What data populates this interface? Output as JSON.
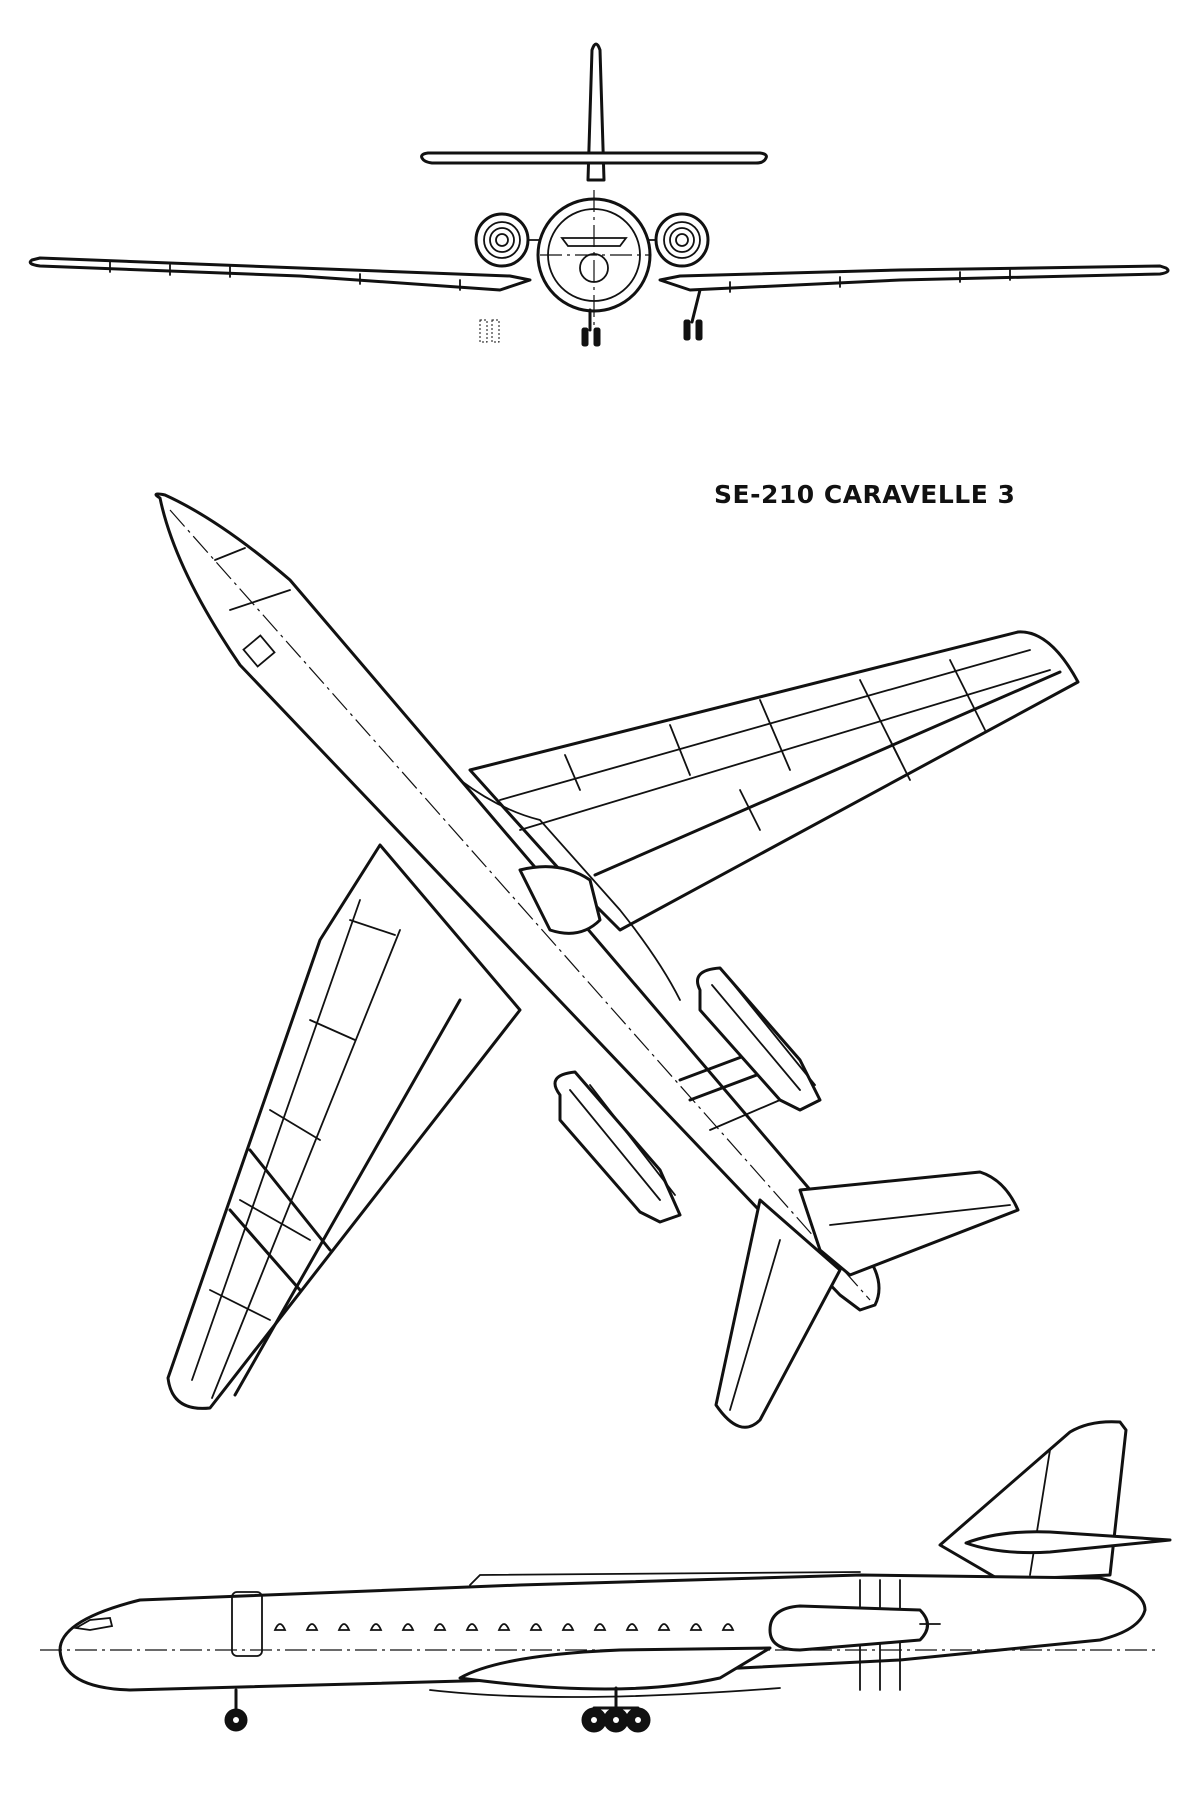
{
  "drawing": {
    "title": "SE-210 CARAVELLE 3",
    "views": [
      "front-view",
      "plan-view",
      "side-view"
    ]
  },
  "colors": {
    "ink": "#111111",
    "paper": "#ffffff"
  }
}
